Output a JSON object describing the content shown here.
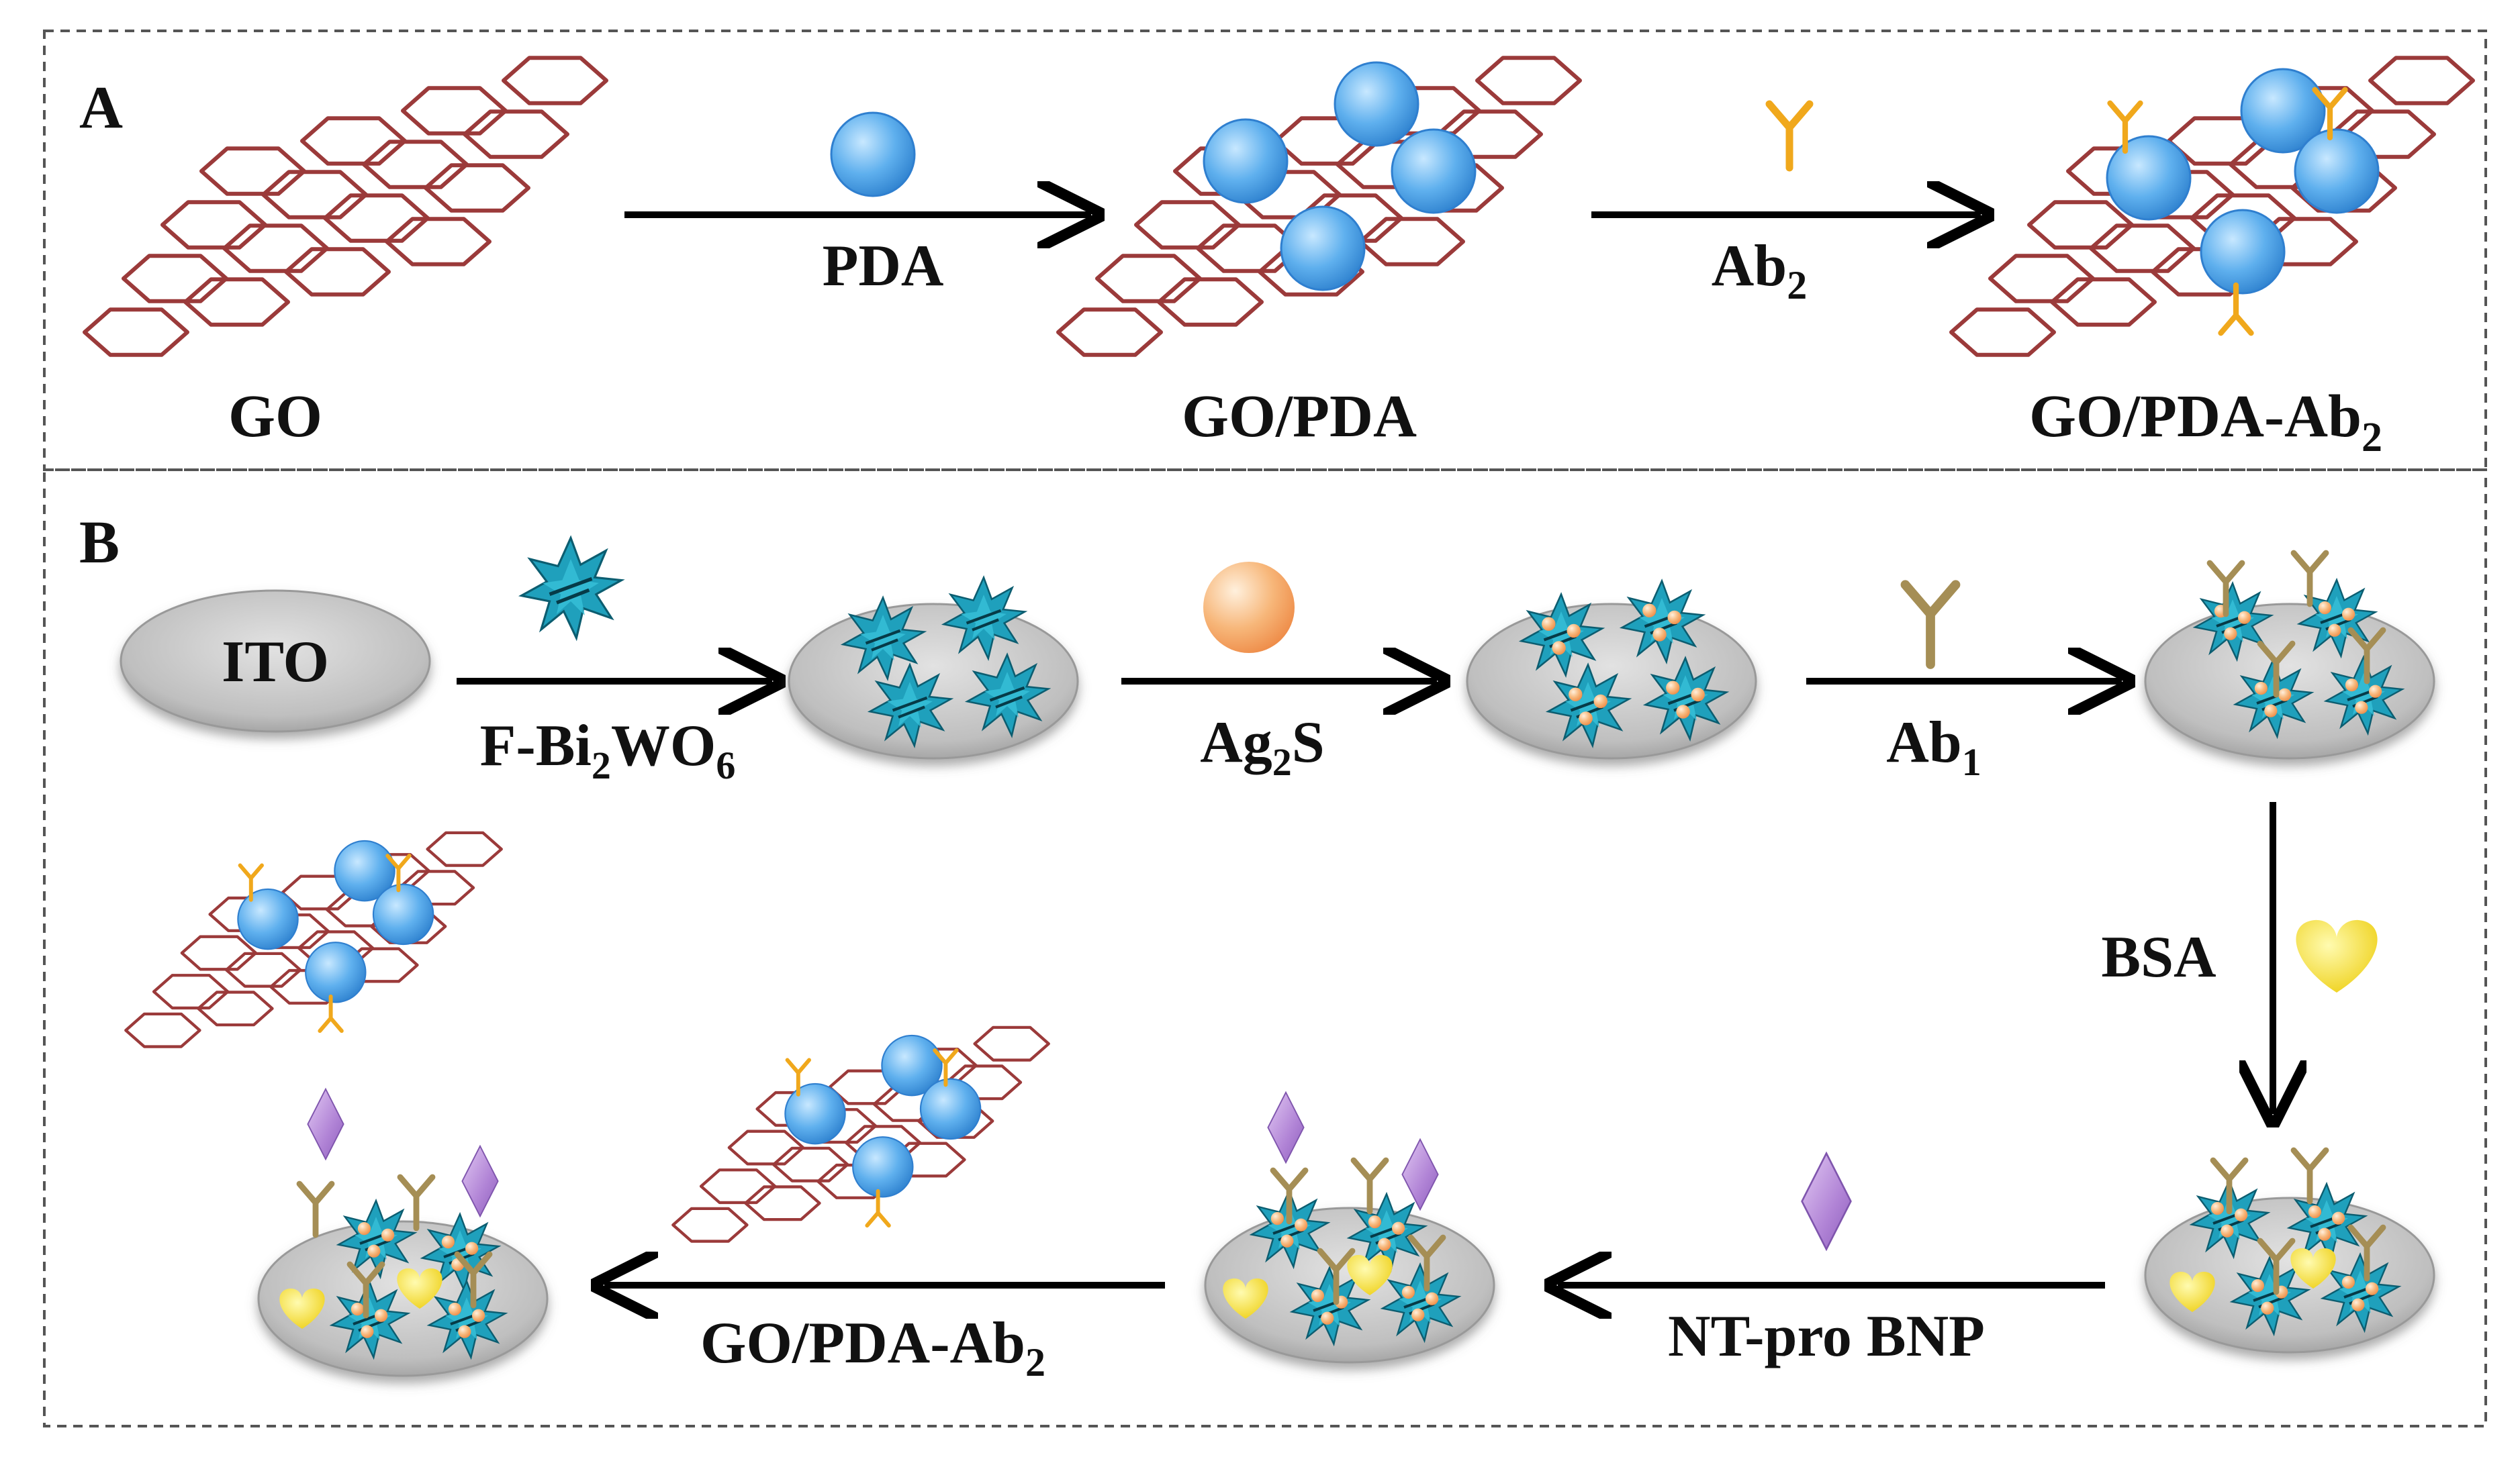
{
  "panels": {
    "a": {
      "letter": "A",
      "go_label": "GO",
      "pda_label": "PDA",
      "go_pda_label": "GO/PDA",
      "ab2_label": "Ab",
      "ab2_sub": "2",
      "go_pda_ab2_label": "GO/PDA-Ab",
      "go_pda_ab2_sub": "2"
    },
    "b": {
      "letter": "B",
      "ito_label": "ITO",
      "fbiwo_prefix": "F-Bi",
      "fbiwo_sub1": "2",
      "fbiwo_mid": "WO",
      "fbiwo_sub2": "6",
      "ag2s_prefix": "Ag",
      "ag2s_sub": "2",
      "ag2s_suffix": "S",
      "ab1_label": "Ab",
      "ab1_sub": "1",
      "bsa_label": "BSA",
      "ntprobnp_label": "NT-pro BNP",
      "go_pda_ab2_label": "GO/PDA-Ab",
      "go_pda_ab2_sub": "2"
    }
  },
  "colors": {
    "graphene": "#9b3a3a",
    "pda_sphere": "#4aa3ea",
    "ag2s_sphere": "#f4a460",
    "ab2_antibody": "#f0a81c",
    "ab1_antibody": "#a58e55",
    "bi2wo6": "#1e9cb8",
    "bsa_heart": "#f2e13a",
    "antigen": "#b587d8",
    "electrode": "#c9c9c9"
  }
}
